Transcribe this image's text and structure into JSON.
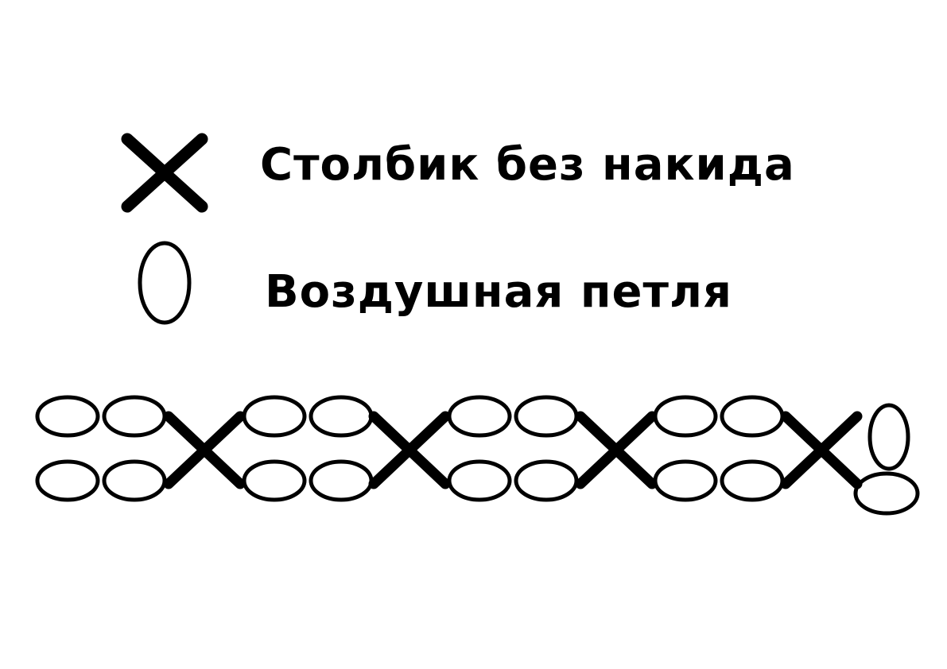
{
  "legend": {
    "single_crochet": {
      "label": "Столбик без накида",
      "icon": "x-cross-icon"
    },
    "chain_stitch": {
      "label": "Воздушная петля",
      "icon": "oval-loop-icon"
    }
  },
  "pattern": {
    "rows": 2,
    "chain_groups_between_crosses": 2,
    "cross_count": 4,
    "turning_chain_count": 2
  },
  "colors": {
    "ink": "#000000",
    "background": "#ffffff"
  }
}
